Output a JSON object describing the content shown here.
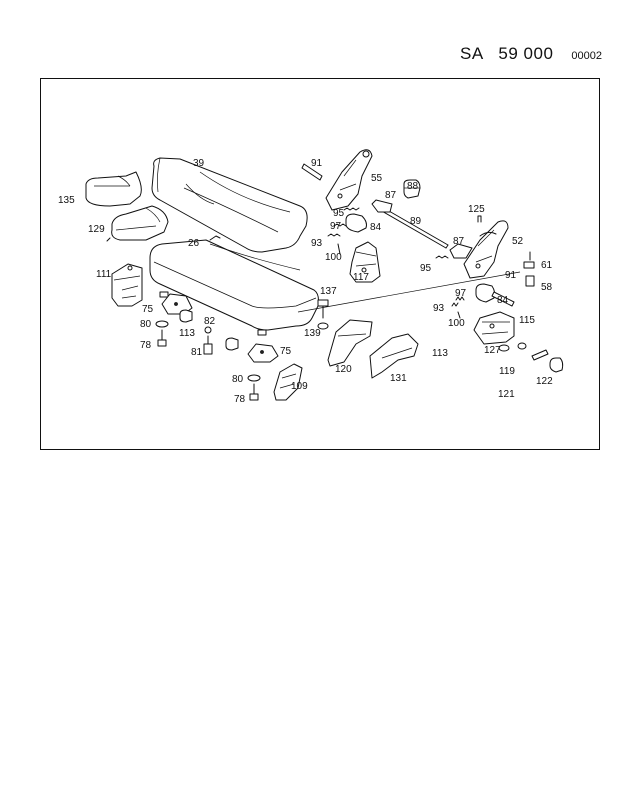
{
  "header": {
    "group": "SA   59 000",
    "sheet": "00002"
  },
  "labels": [
    "39",
    "91",
    "55",
    "88",
    "87",
    "135",
    "95",
    "84",
    "89",
    "125",
    "129",
    "93",
    "97",
    "26",
    "87",
    "52",
    "100",
    "95",
    "111",
    "117",
    "91",
    "61",
    "58",
    "137",
    "97",
    "84",
    "93",
    "75",
    "82",
    "100",
    "115",
    "80",
    "113",
    "139",
    "75",
    "81",
    "127",
    "120",
    "121",
    "113",
    "119",
    "122",
    "131",
    "80",
    "109",
    "78",
    "78"
  ]
}
